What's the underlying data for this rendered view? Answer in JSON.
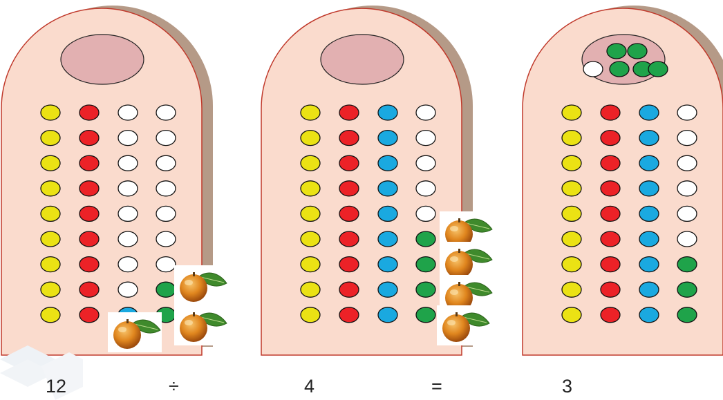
{
  "equation": {
    "dividend": "12",
    "divide_sign": "÷",
    "divisor": "4",
    "equals_sign": "=",
    "quotient": "3"
  },
  "colors": {
    "board_fill": "#fadbcd",
    "board_shadow": "#b59a87",
    "board_outline": "#c0392b",
    "pocket_fill": "#e2b0b1",
    "yellow": "#ebe214",
    "red": "#ec2227",
    "blue": "#1aa9e0",
    "green": "#1fa34a",
    "white": "#ffffff",
    "bead_outline": "#111111"
  },
  "boards": [
    {
      "name": "board-dividend",
      "columns": [
        [
          "yellow",
          "yellow",
          "yellow",
          "yellow",
          "yellow",
          "yellow",
          "yellow",
          "yellow",
          "yellow"
        ],
        [
          "red",
          "red",
          "red",
          "red",
          "red",
          "red",
          "red",
          "red",
          "red"
        ],
        [
          "white",
          "white",
          "white",
          "white",
          "white",
          "white",
          "white",
          "white",
          "blue"
        ],
        [
          "white",
          "white",
          "white",
          "white",
          "white",
          "white",
          "white",
          "green",
          "green"
        ]
      ],
      "pocket_beads": [],
      "fruits": [
        "orange-icon",
        "orange-icon",
        "orange-icon"
      ]
    },
    {
      "name": "board-divisor",
      "columns": [
        [
          "yellow",
          "yellow",
          "yellow",
          "yellow",
          "yellow",
          "yellow",
          "yellow",
          "yellow",
          "yellow"
        ],
        [
          "red",
          "red",
          "red",
          "red",
          "red",
          "red",
          "red",
          "red",
          "red"
        ],
        [
          "blue",
          "blue",
          "blue",
          "blue",
          "blue",
          "blue",
          "blue",
          "blue",
          "blue"
        ],
        [
          "white",
          "white",
          "white",
          "white",
          "white",
          "green",
          "green",
          "green",
          "green"
        ]
      ],
      "pocket_beads": [],
      "fruits": [
        "orange-icon",
        "orange-icon",
        "orange-icon",
        "orange-icon"
      ]
    },
    {
      "name": "board-quotient",
      "columns": [
        [
          "yellow",
          "yellow",
          "yellow",
          "yellow",
          "yellow",
          "yellow",
          "yellow",
          "yellow",
          "yellow"
        ],
        [
          "red",
          "red",
          "red",
          "red",
          "red",
          "red",
          "red",
          "red",
          "red"
        ],
        [
          "blue",
          "blue",
          "blue",
          "blue",
          "blue",
          "blue",
          "blue",
          "blue",
          "blue"
        ],
        [
          "white",
          "white",
          "white",
          "white",
          "white",
          "white",
          "green",
          "green",
          "green"
        ]
      ],
      "pocket_beads": [
        "white",
        "green",
        "green",
        "green",
        "green",
        "green"
      ],
      "fruits": []
    }
  ]
}
